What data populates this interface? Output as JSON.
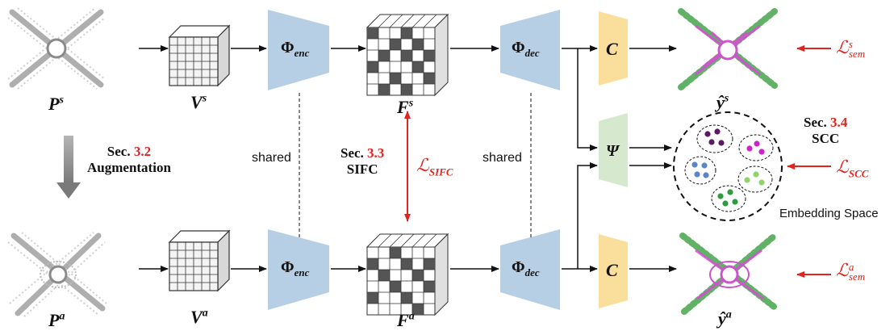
{
  "colors": {
    "encoder_fill": "#b7cfe4",
    "classifier_fill": "#f9df9b",
    "projector_fill": "#d6e9cf",
    "red_accent": "#e0241e",
    "arrow": "#111111",
    "dark_cell": "#555555",
    "embed_purple_dark": "#5b1a63",
    "embed_magenta": "#cc22cc",
    "embed_blue": "#5a86c8",
    "embed_green_light": "#8fd46a",
    "embed_green": "#2e9c3e"
  },
  "source_branch": {
    "point_cloud_label": "P",
    "point_cloud_sup": "s",
    "voxel_label": "V",
    "voxel_sup": "s",
    "encoder_label": "Φ",
    "encoder_sub": "enc",
    "feature_label": "F",
    "feature_sup": "s",
    "decoder_label": "Φ",
    "decoder_sub": "dec",
    "classifier_label": "C",
    "output_label": "ŷ",
    "output_sup": "s",
    "loss_label": "ℒ",
    "loss_sup": "s",
    "loss_sub": "sem"
  },
  "aug_branch": {
    "point_cloud_label": "P",
    "point_cloud_sup": "a",
    "voxel_label": "V",
    "voxel_sup": "a",
    "encoder_label": "Φ",
    "encoder_sub": "enc",
    "feature_label": "F",
    "feature_sup": "a",
    "decoder_label": "Φ",
    "decoder_sub": "dec",
    "classifier_label": "C",
    "output_label": "ŷ",
    "output_sup": "a",
    "loss_label": "ℒ",
    "loss_sup": "a",
    "loss_sub": "sem"
  },
  "projector_label": "Ψ",
  "shared_left": "shared",
  "shared_right": "shared",
  "augmentation": {
    "sec_prefix": "Sec.",
    "sec_num": "3.2",
    "title": "Augmentation"
  },
  "sifc": {
    "sec_prefix": "Sec.",
    "sec_num": "3.3",
    "title": "SIFC",
    "loss_label": "ℒ",
    "loss_sub": "SIFC"
  },
  "scc": {
    "sec_prefix": "Sec.",
    "sec_num": "3.4",
    "title": "SCC",
    "loss_label": "ℒ",
    "loss_sub": "SCC"
  },
  "embedding_space_label": "Embedding Space"
}
